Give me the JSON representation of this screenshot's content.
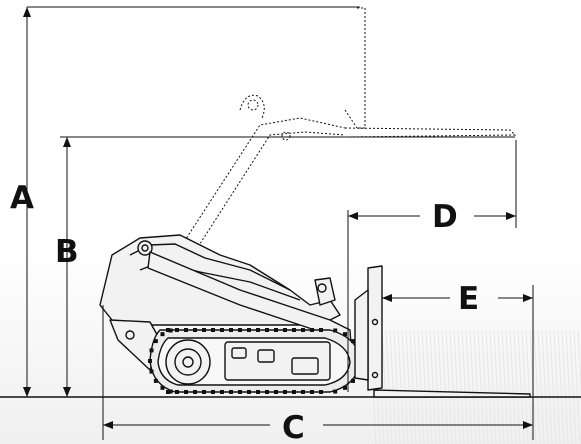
{
  "dimensions": {
    "A": "A",
    "B": "B",
    "C": "C",
    "D": "D",
    "E": "E"
  },
  "colors": {
    "line": "#111111",
    "machine_fill": "#f2f2f2",
    "background_stripes": "#e9e9e9"
  }
}
